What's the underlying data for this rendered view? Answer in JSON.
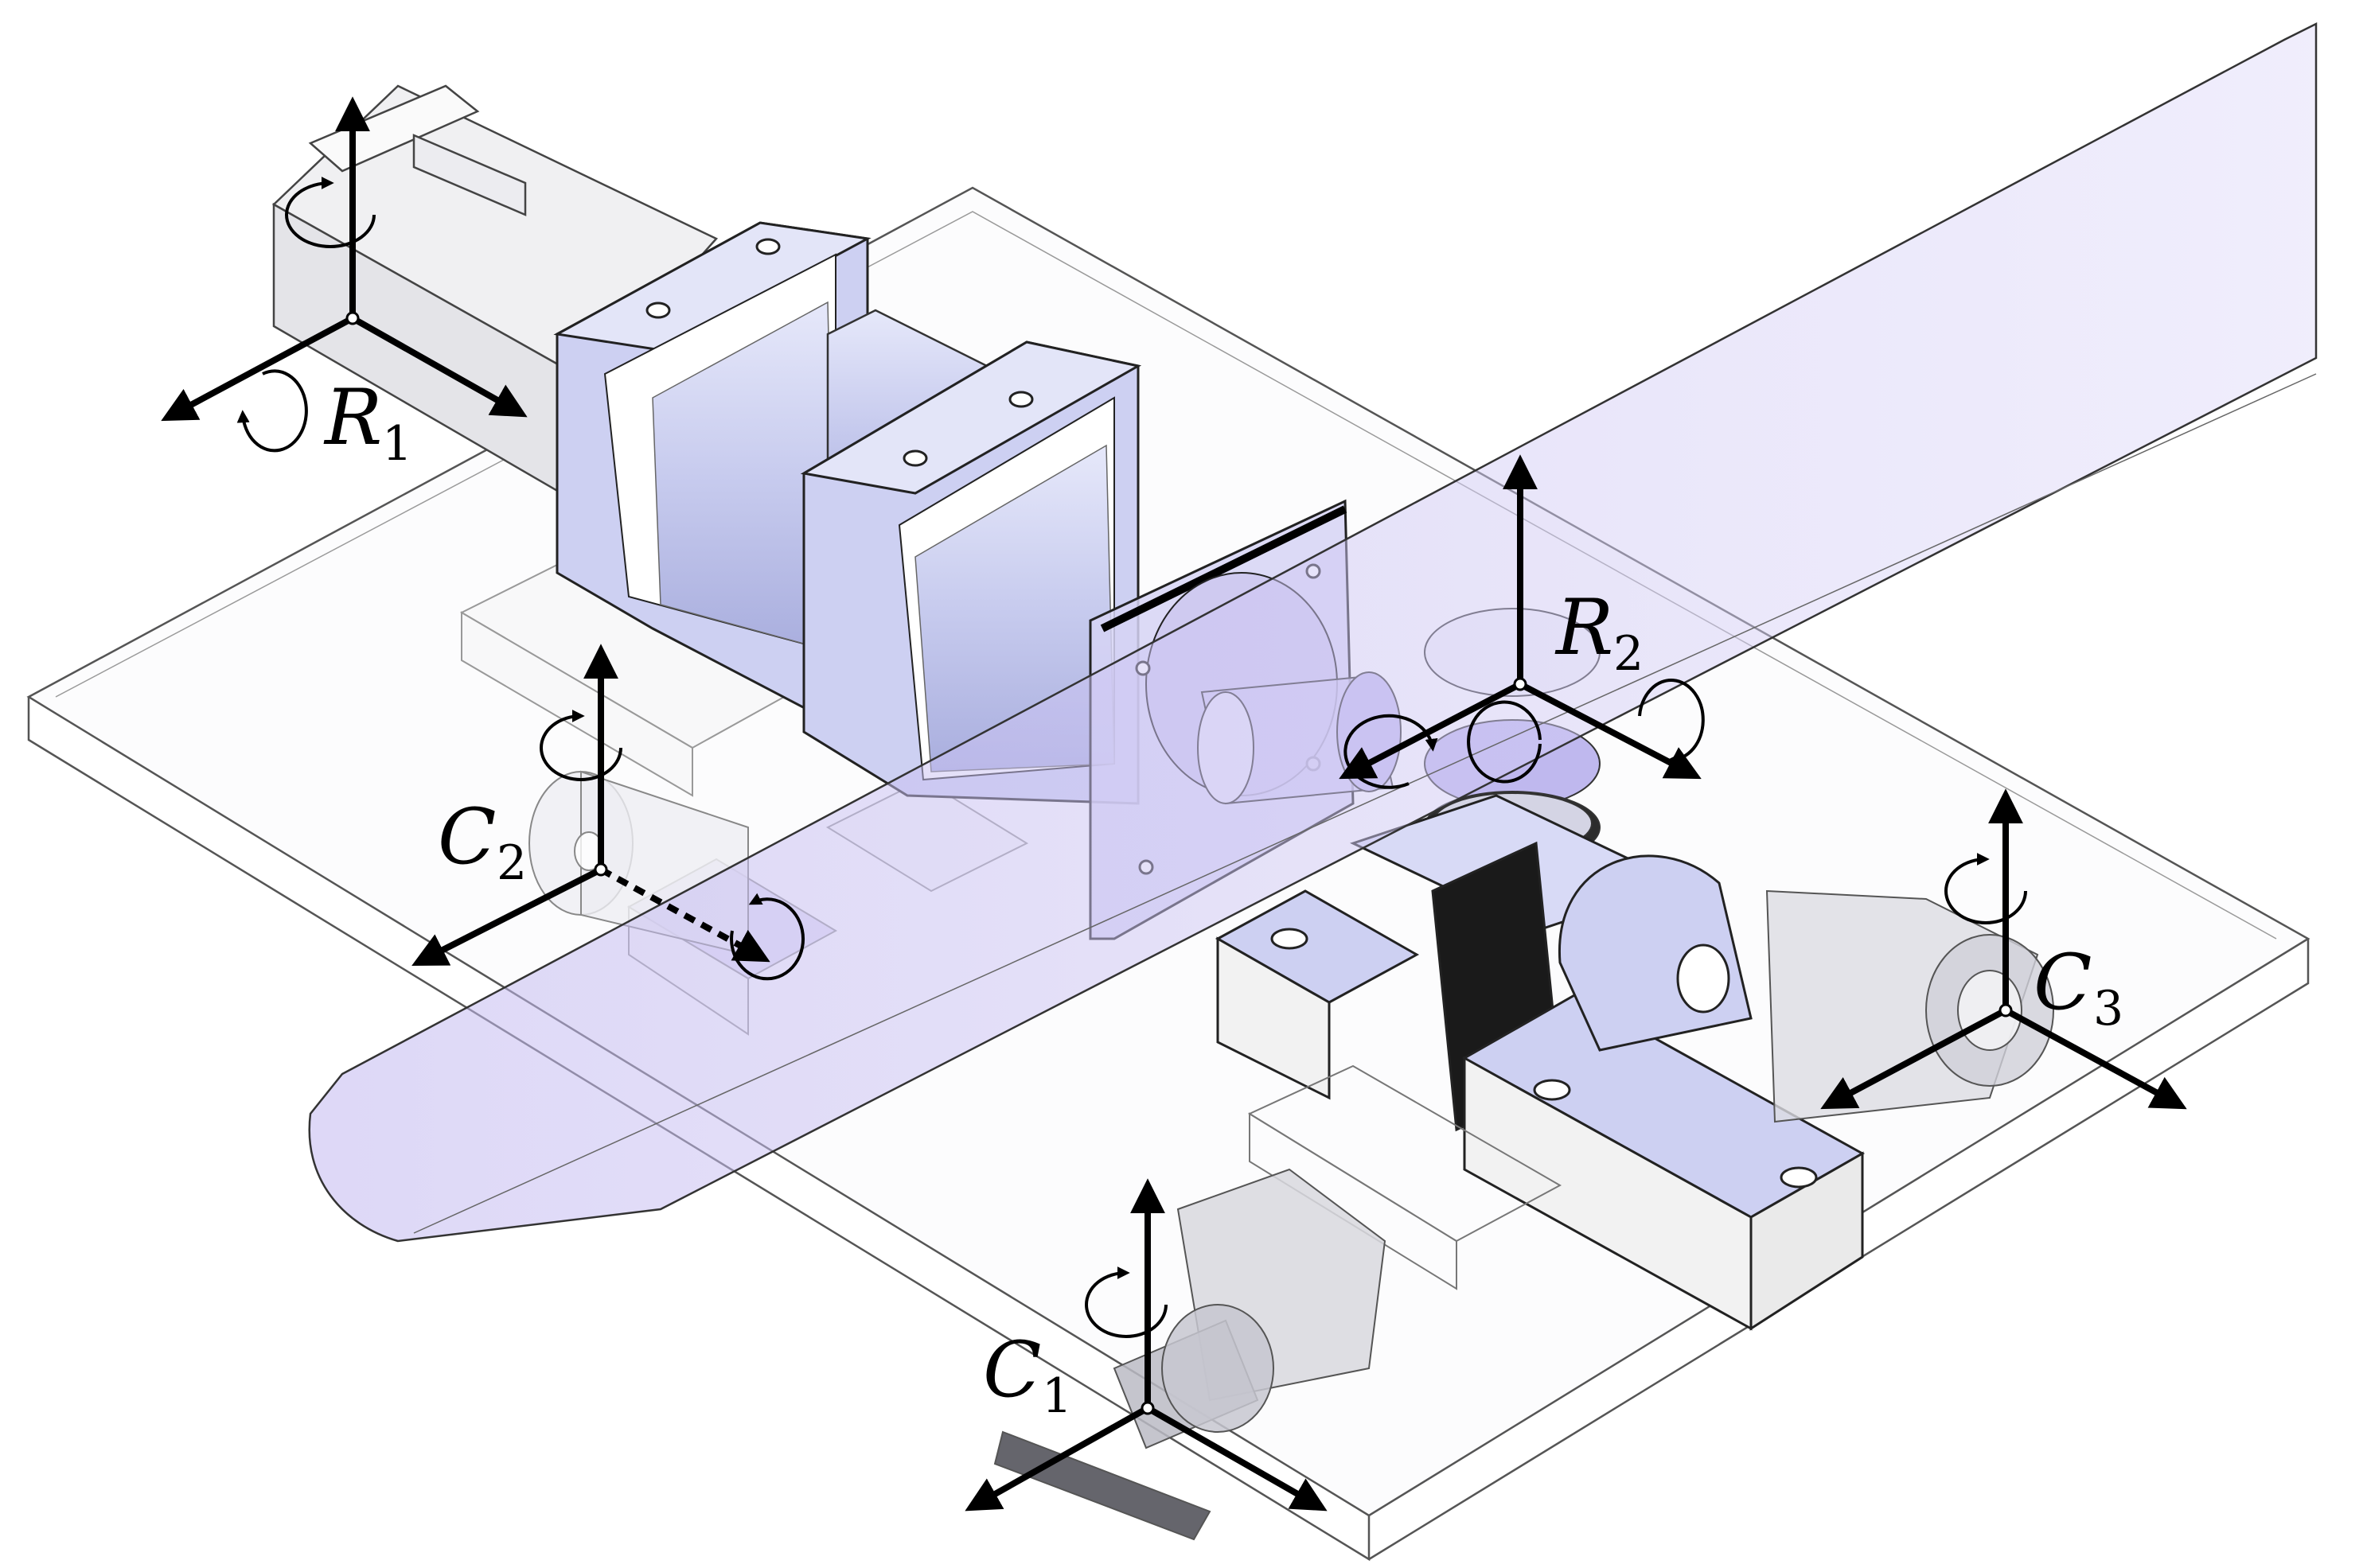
{
  "frames": {
    "R1": {
      "letter": "R",
      "sub": "1"
    },
    "R2": {
      "letter": "R",
      "sub": "2"
    },
    "C1": {
      "letter": "C",
      "sub": "1"
    },
    "C2": {
      "letter": "C",
      "sub": "2"
    },
    "C3": {
      "letter": "C",
      "sub": "3"
    }
  },
  "colors": {
    "part_blue": "#c9cdf0",
    "part_blue_dark": "#9ea4d8",
    "beam_purple": "#b9b0ee",
    "glass": "#f4f4f6",
    "outline": "#2b2b2b",
    "axis": "#000000"
  },
  "icons": [
    "axis-arrow",
    "rotation-arrow-icon"
  ]
}
